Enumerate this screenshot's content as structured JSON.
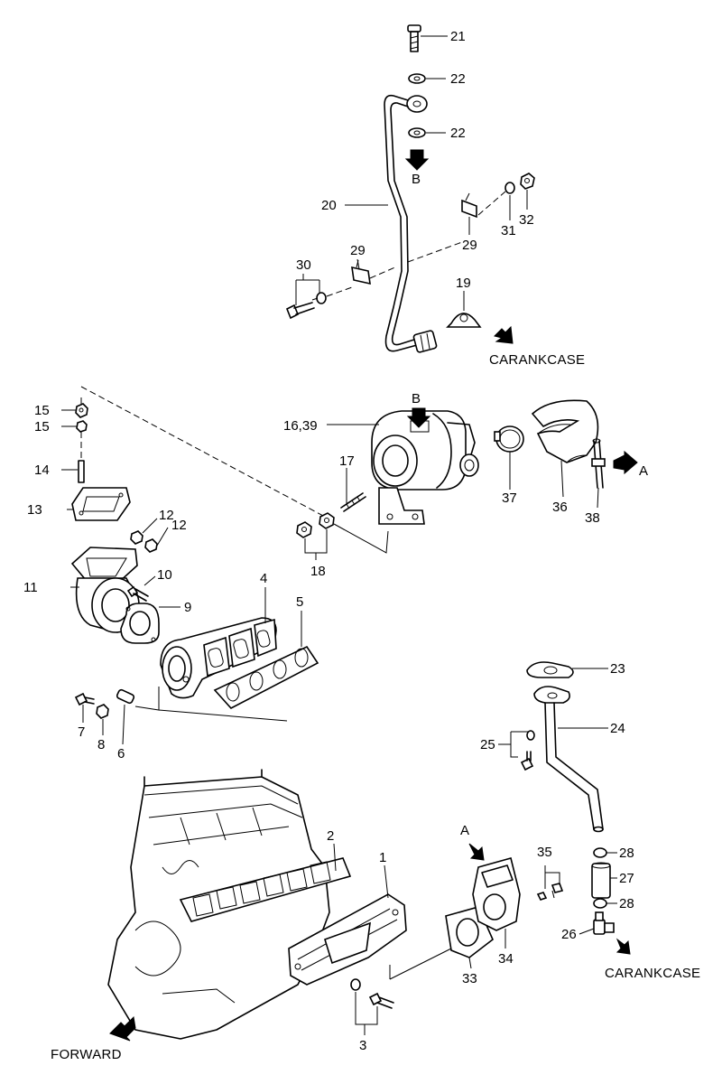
{
  "callouts": {
    "c1": "1",
    "c2": "2",
    "c3": "3",
    "c4": "4",
    "c5": "5",
    "c6": "6",
    "c7": "7",
    "c8": "8",
    "c9": "9",
    "c10": "10",
    "c11": "11",
    "c12a": "12",
    "c12b": "12",
    "c13": "13",
    "c14": "14",
    "c15a": "15",
    "c15b": "15",
    "c16_39": "16,39",
    "c17": "17",
    "c18": "18",
    "c19": "19",
    "c20": "20",
    "c21": "21",
    "c22a": "22",
    "c22b": "22",
    "c23": "23",
    "c24": "24",
    "c25": "25",
    "c26": "26",
    "c27": "27",
    "c28a": "28",
    "c28b": "28",
    "c29a": "29",
    "c29b": "29",
    "c30": "30",
    "c31": "31",
    "c32": "32",
    "c33": "33",
    "c34": "34",
    "c35": "35",
    "c36": "36",
    "c37": "37",
    "c38": "38"
  },
  "markers": {
    "ref_b_top": "B",
    "ref_b_turbo": "B",
    "ref_a_right": "A",
    "ref_a_lower": "A"
  },
  "captions": {
    "crankcase_top": "CARANKCASE",
    "crankcase_bottom": "CARANKCASE",
    "forward": "FORWARD"
  }
}
